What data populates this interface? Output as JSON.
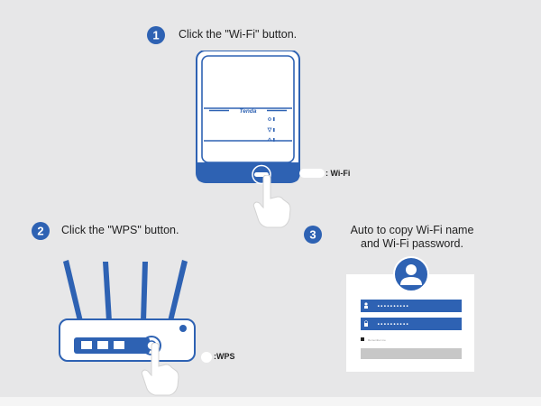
{
  "steps": [
    {
      "number": "1",
      "text": "Click the \"Wi-Fi\" button."
    },
    {
      "number": "2",
      "text": "Click the \"WPS\" button."
    },
    {
      "number": "3",
      "text_line1": "Auto to copy Wi-Fi name",
      "text_line2": "and Wi-Fi password."
    }
  ],
  "extender": {
    "brand": "Tenda",
    "button_legend": ": Wi-Fi"
  },
  "router": {
    "button_legend": ":WPS"
  },
  "login_card": {
    "field1_mask": "••••••••••",
    "field2_mask": "••••••••••",
    "checkbox_label": "Remember me"
  },
  "colors": {
    "accent_blue": "#2e62b3",
    "dark_blue": "#1f4f9c",
    "background": "#e7e7e8"
  }
}
